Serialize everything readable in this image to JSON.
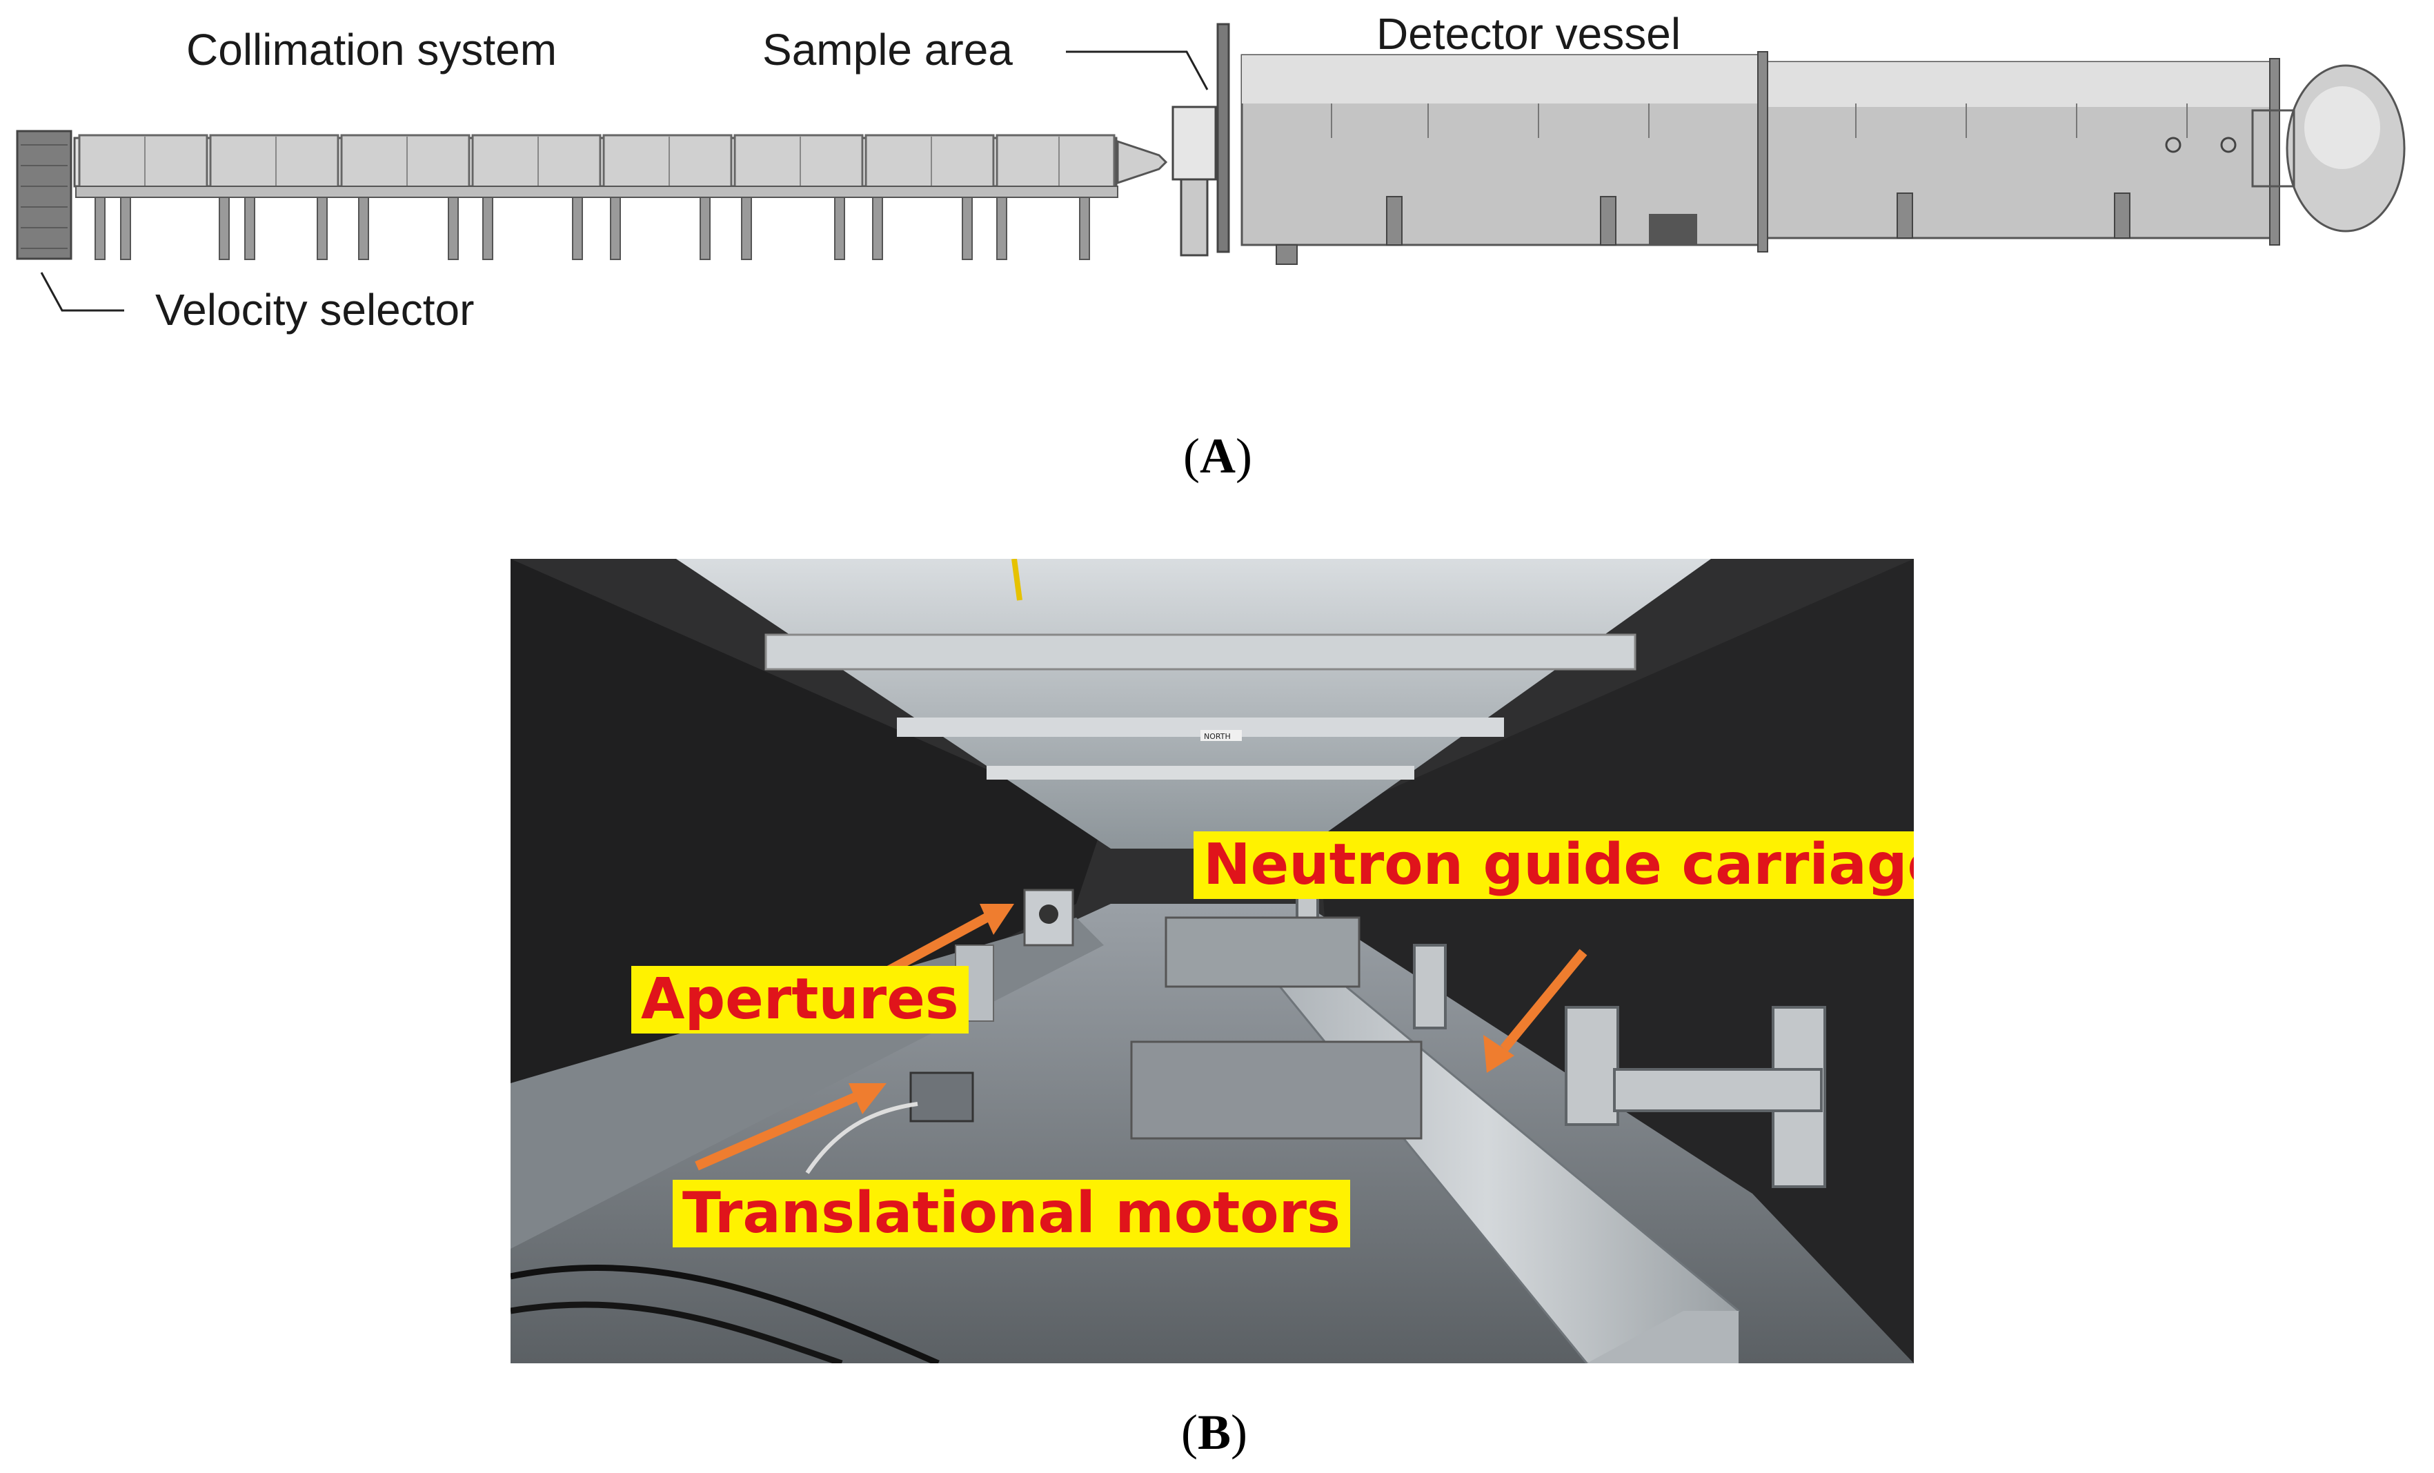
{
  "panel_a": {
    "labels": {
      "collimation": "Collimation system",
      "sample": "Sample area",
      "detector": "Detector vessel",
      "velocity": "Velocity selector"
    },
    "caption_letter": "A"
  },
  "panel_b": {
    "callouts": {
      "neutron_guide": "Neutron guide carriages",
      "apertures": "Apertures",
      "motors": "Translational motors"
    },
    "sign_text": "NORTH",
    "caption_letter": "B",
    "colors": {
      "callout_bg": "#fff200",
      "callout_text": "#e0141b",
      "arrow": "#ef7d2f"
    }
  }
}
